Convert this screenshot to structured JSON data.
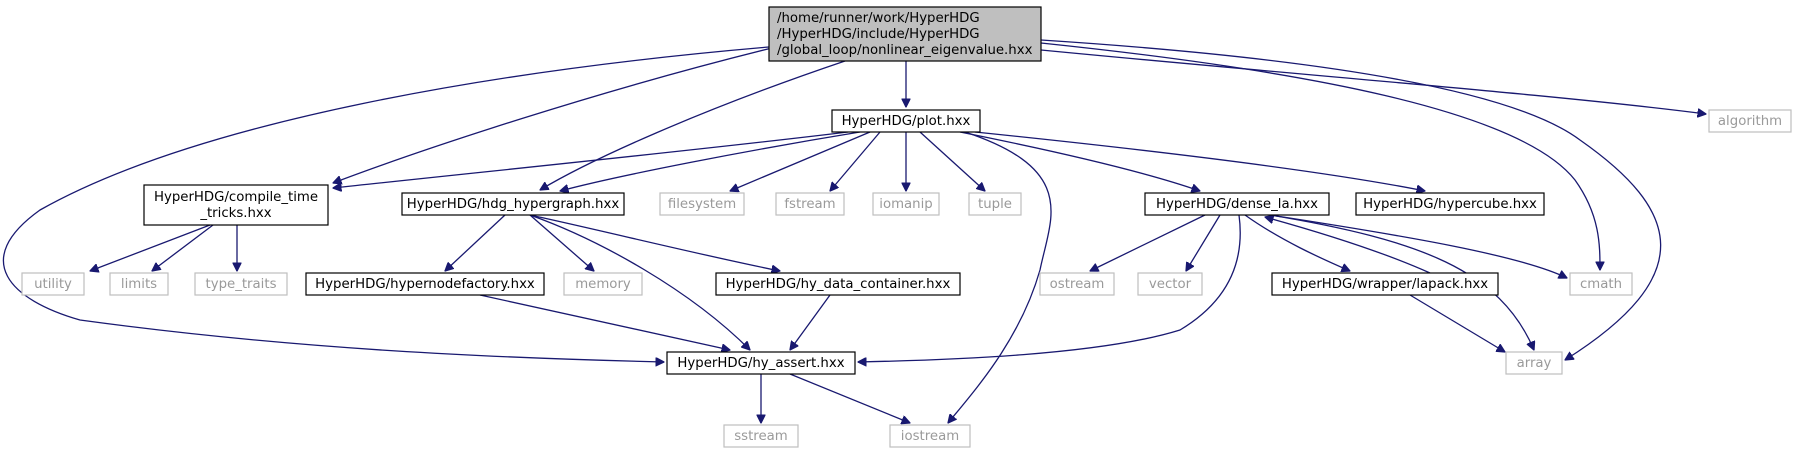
{
  "diagram": {
    "type": "dependency-graph",
    "colors": {
      "edge": "#191970",
      "root_fill": "#bfbfbf",
      "node_border": "#000000",
      "external_border": "#bfbfbf",
      "external_text": "#9a9a9a"
    },
    "nodes": [
      {
        "id": "root",
        "kind": "root",
        "lines": [
          "/home/runner/work/HyperHDG",
          "/HyperHDG/include/HyperHDG",
          "/global_loop/nonlinear_eigenvalue.hxx"
        ]
      },
      {
        "id": "plot",
        "kind": "internal",
        "lines": [
          "HyperHDG/plot.hxx"
        ]
      },
      {
        "id": "algorithm",
        "kind": "external",
        "lines": [
          "algorithm"
        ]
      },
      {
        "id": "compile",
        "kind": "internal",
        "lines": [
          "HyperHDG/compile_time",
          "_tricks.hxx"
        ]
      },
      {
        "id": "hdg",
        "kind": "internal",
        "lines": [
          "HyperHDG/hdg_hypergraph.hxx"
        ]
      },
      {
        "id": "filesystem",
        "kind": "external",
        "lines": [
          "filesystem"
        ]
      },
      {
        "id": "fstream",
        "kind": "external",
        "lines": [
          "fstream"
        ]
      },
      {
        "id": "iomanip",
        "kind": "external",
        "lines": [
          "iomanip"
        ]
      },
      {
        "id": "tuple",
        "kind": "external",
        "lines": [
          "tuple"
        ]
      },
      {
        "id": "dense",
        "kind": "internal",
        "lines": [
          "HyperHDG/dense_la.hxx"
        ]
      },
      {
        "id": "hypercube",
        "kind": "internal",
        "lines": [
          "HyperHDG/hypercube.hxx"
        ]
      },
      {
        "id": "utility",
        "kind": "external",
        "lines": [
          "utility"
        ]
      },
      {
        "id": "limits",
        "kind": "external",
        "lines": [
          "limits"
        ]
      },
      {
        "id": "type_traits",
        "kind": "external",
        "lines": [
          "type_traits"
        ]
      },
      {
        "id": "nodefactory",
        "kind": "internal",
        "lines": [
          "HyperHDG/hypernodefactory.hxx"
        ]
      },
      {
        "id": "memory",
        "kind": "external",
        "lines": [
          "memory"
        ]
      },
      {
        "id": "datacont",
        "kind": "internal",
        "lines": [
          "HyperHDG/hy_data_container.hxx"
        ]
      },
      {
        "id": "ostream",
        "kind": "external",
        "lines": [
          "ostream"
        ]
      },
      {
        "id": "vector",
        "kind": "external",
        "lines": [
          "vector"
        ]
      },
      {
        "id": "lapack",
        "kind": "internal",
        "lines": [
          "HyperHDG/wrapper/lapack.hxx"
        ]
      },
      {
        "id": "cmath",
        "kind": "external",
        "lines": [
          "cmath"
        ]
      },
      {
        "id": "assert",
        "kind": "internal",
        "lines": [
          "HyperHDG/hy_assert.hxx"
        ]
      },
      {
        "id": "array",
        "kind": "external",
        "lines": [
          "array"
        ]
      },
      {
        "id": "sstream",
        "kind": "external",
        "lines": [
          "sstream"
        ]
      },
      {
        "id": "iostream",
        "kind": "external",
        "lines": [
          "iostream"
        ]
      }
    ],
    "edges": [
      [
        "root",
        "plot"
      ],
      [
        "root",
        "algorithm"
      ],
      [
        "root",
        "compile"
      ],
      [
        "root",
        "hdg"
      ],
      [
        "root",
        "assert"
      ],
      [
        "root",
        "cmath"
      ],
      [
        "root",
        "array"
      ],
      [
        "plot",
        "compile"
      ],
      [
        "plot",
        "hdg"
      ],
      [
        "plot",
        "filesystem"
      ],
      [
        "plot",
        "fstream"
      ],
      [
        "plot",
        "iomanip"
      ],
      [
        "plot",
        "tuple"
      ],
      [
        "plot",
        "dense"
      ],
      [
        "plot",
        "hypercube"
      ],
      [
        "plot",
        "iostream"
      ],
      [
        "compile",
        "utility"
      ],
      [
        "compile",
        "limits"
      ],
      [
        "compile",
        "type_traits"
      ],
      [
        "hdg",
        "nodefactory"
      ],
      [
        "hdg",
        "memory"
      ],
      [
        "hdg",
        "datacont"
      ],
      [
        "hdg",
        "assert"
      ],
      [
        "nodefactory",
        "assert"
      ],
      [
        "datacont",
        "assert"
      ],
      [
        "dense",
        "ostream"
      ],
      [
        "dense",
        "vector"
      ],
      [
        "dense",
        "lapack"
      ],
      [
        "dense",
        "cmath"
      ],
      [
        "dense",
        "array"
      ],
      [
        "dense",
        "assert"
      ],
      [
        "lapack",
        "dense"
      ],
      [
        "lapack",
        "array"
      ],
      [
        "assert",
        "sstream"
      ],
      [
        "assert",
        "iostream"
      ]
    ]
  }
}
